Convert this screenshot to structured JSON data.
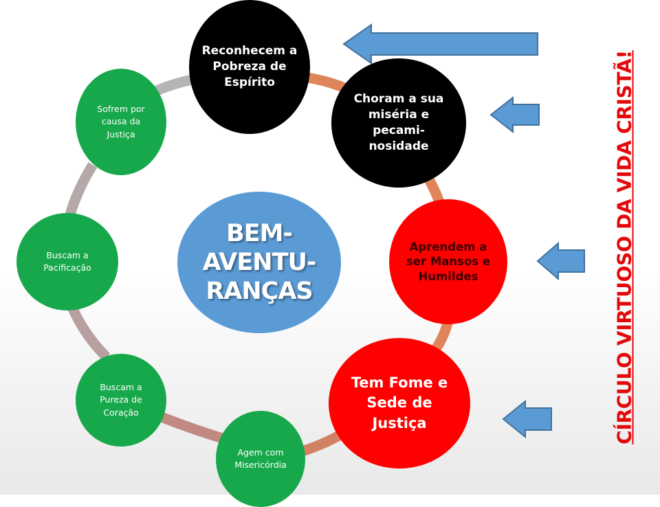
{
  "center": {
    "text": "BEM-\nAVENTU-\nRANÇAS"
  },
  "nodes": [
    {
      "id": "reconhecem",
      "text": "Reconhecem a Pobreza de Espírito"
    },
    {
      "id": "choram",
      "text": "Choram a sua miséria e pecami-nosidade"
    },
    {
      "id": "aprendem",
      "text": "Aprendem a ser Mansos e Humildes"
    },
    {
      "id": "tem-fome",
      "text": "Tem Fome e Sede de Justiça"
    },
    {
      "id": "agem",
      "text": "Agem com Misericórdia"
    },
    {
      "id": "pureza",
      "text": "Buscam a Pureza de Coração"
    },
    {
      "id": "pacificacao",
      "text": "Buscam a Pacificação"
    },
    {
      "id": "sofrem",
      "text": "Sofrem por causa da Justiça"
    }
  ],
  "side_title": "CÍRCULO VIRTUOSO DA VIDA CRISTÃ!",
  "colors": {
    "green": "#16a84a",
    "black": "#000000",
    "red": "#ff0000",
    "blue": "#5b9bd5",
    "ring_orange": "#e0855a",
    "ring_gray": "#b4a8a8",
    "title_red": "#e4080a"
  }
}
